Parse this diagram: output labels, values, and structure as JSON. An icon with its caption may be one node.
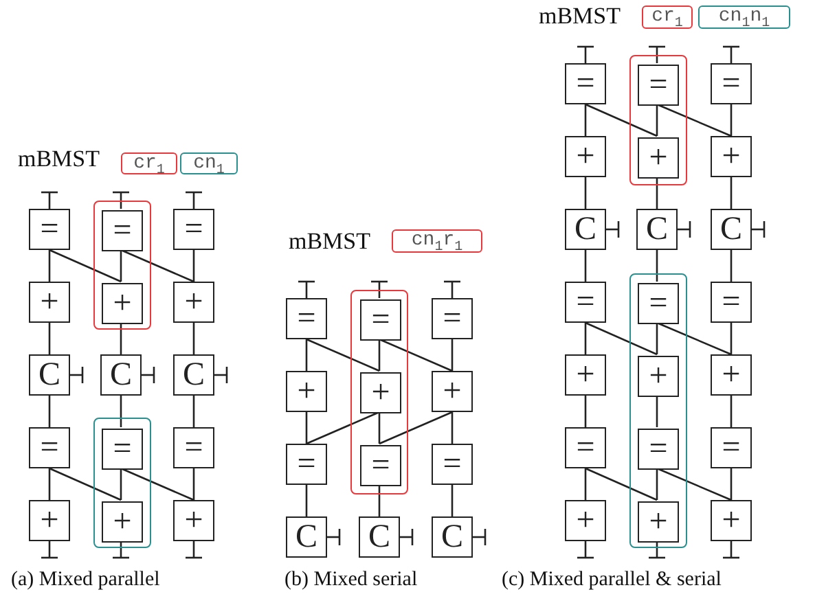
{
  "diagram": {
    "nodes": [
      {
        "text": [
          "cr$_{1}$"
        ]
      },
      {
        "text": [
          "cn$_{1}$"
        ]
      },
      {
        "text": [],
        "shape": "box"
      },
      {
        "text": [],
        "shape": "box"
      },
      {
        "text": [
          "="
        ]
      },
      {
        "text": [
          "="
        ],
        "in": 2
      },
      {
        "text": [
          "="
        ]
      },
      {
        "text": [
          "+"
        ]
      },
      {
        "text": [
          "+"
        ],
        "in": 2
      },
      {
        "text": [
          "+"
        ]
      },
      {
        "text": [
          "C"
        ]
      },
      {
        "text": [
          "C"
        ]
      },
      {
        "text": [
          "C"
        ]
      },
      {
        "text": [
          "="
        ]
      },
      {
        "text": [
          "="
        ],
        "in": 3
      },
      {
        "text": [
          "="
        ]
      },
      {
        "text": [
          "+"
        ]
      },
      {
        "text": [
          "+"
        ],
        "in": 3
      },
      {
        "text": [
          "+"
        ]
      },
      {
        "text": [
          "cn$_{1}$r$_{1}$"
        ]
      },
      {
        "text": [],
        "shape": "box"
      },
      {
        "text": [
          "="
        ]
      },
      {
        "text": [
          "="
        ],
        "in": 20
      },
      {
        "text": [
          "="
        ]
      },
      {
        "text": [
          "+"
        ]
      },
      {
        "text": [
          "+"
        ],
        "in": 20
      },
      {
        "text": [
          "+"
        ]
      },
      {
        "text": [
          "="
        ]
      },
      {
        "text": [
          "="
        ],
        "in": 20
      },
      {
        "text": [
          "="
        ]
      },
      {
        "text": [
          "C"
        ]
      },
      {
        "text": [
          "C"
        ]
      },
      {
        "text": [
          "C"
        ]
      },
      {
        "text": [
          "cr$_{1}$"
        ]
      },
      {
        "text": [
          "cn$_{1}$n$_{1}$"
        ]
      },
      {
        "text": [],
        "shape": "box"
      },
      {
        "text": [],
        "shape": "box"
      },
      {
        "text": [
          "="
        ]
      },
      {
        "text": [
          "="
        ],
        "in": 35
      },
      {
        "text": [
          "="
        ]
      },
      {
        "text": [
          "+"
        ]
      },
      {
        "text": [
          "+"
        ],
        "in": 35
      },
      {
        "text": [
          "+"
        ]
      },
      {
        "text": [
          "C"
        ]
      },
      {
        "text": [
          "C"
        ]
      },
      {
        "text": [
          "C"
        ]
      },
      {
        "text": [
          "="
        ]
      },
      {
        "text": [
          "="
        ],
        "in": 36
      },
      {
        "text": [
          "="
        ]
      },
      {
        "text": [
          "+"
        ]
      },
      {
        "text": [
          "+"
        ],
        "in": 36
      },
      {
        "text": [
          "+"
        ]
      },
      {
        "text": [
          "="
        ]
      },
      {
        "text": [
          "="
        ],
        "in": 36
      },
      {
        "text": [
          "="
        ]
      },
      {
        "text": [
          "+"
        ]
      },
      {
        "text": [
          "+"
        ],
        "in": 36
      },
      {
        "text": [
          "+"
        ]
      }
    ],
    "edges": [
      {
        "from": 4,
        "to": 7,
        "arrow": "none"
      },
      {
        "from": 7,
        "to": 10,
        "arrow": "none"
      },
      {
        "from": 10,
        "to": 13,
        "arrow": "none"
      },
      {
        "from": 13,
        "to": 16,
        "arrow": "none"
      },
      {
        "from": 5,
        "to": 8,
        "arrow": "none"
      },
      {
        "from": 8,
        "to": 11,
        "arrow": "none"
      },
      {
        "from": 11,
        "to": 14,
        "arrow": "none"
      },
      {
        "from": 14,
        "to": 17,
        "arrow": "none"
      },
      {
        "from": 6,
        "to": 9,
        "arrow": "none"
      },
      {
        "from": 9,
        "to": 12,
        "arrow": "none"
      },
      {
        "from": 12,
        "to": 15,
        "arrow": "none"
      },
      {
        "from": 15,
        "to": 18,
        "arrow": "none"
      },
      {
        "from": 4,
        "to": 8,
        "arrow": "none"
      },
      {
        "from": 5,
        "to": 9,
        "arrow": "none"
      },
      {
        "from": 13,
        "to": 17,
        "arrow": "none"
      },
      {
        "from": 14,
        "to": 18,
        "arrow": "none"
      },
      {
        "from": 4,
        "to": null,
        "arrow": "other"
      },
      {
        "from": 5,
        "to": null,
        "arrow": "other"
      },
      {
        "from": 6,
        "to": null,
        "arrow": "other"
      },
      {
        "from": 10,
        "to": null,
        "arrow": "other"
      },
      {
        "from": 11,
        "to": null,
        "arrow": "other"
      },
      {
        "from": 12,
        "to": null,
        "arrow": "other"
      },
      {
        "from": 16,
        "to": null,
        "arrow": "other"
      },
      {
        "from": 17,
        "to": null,
        "arrow": "other"
      },
      {
        "from": 18,
        "to": null,
        "arrow": "other"
      },
      {
        "from": 21,
        "to": 24,
        "arrow": "none"
      },
      {
        "from": 24,
        "to": 27,
        "arrow": "none"
      },
      {
        "from": 27,
        "to": 30,
        "arrow": "none"
      },
      {
        "from": 22,
        "to": 25,
        "arrow": "none"
      },
      {
        "from": 25,
        "to": 28,
        "arrow": "none"
      },
      {
        "from": 28,
        "to": 31,
        "arrow": "none"
      },
      {
        "from": 23,
        "to": 26,
        "arrow": "none"
      },
      {
        "from": 26,
        "to": 29,
        "arrow": "none"
      },
      {
        "from": 29,
        "to": 32,
        "arrow": "none"
      },
      {
        "from": 21,
        "to": 25,
        "arrow": "none"
      },
      {
        "from": 22,
        "to": 26,
        "arrow": "none"
      },
      {
        "from": 27,
        "to": 25,
        "arrow": "none"
      },
      {
        "from": 28,
        "to": 26,
        "arrow": "none"
      },
      {
        "from": 21,
        "to": null,
        "arrow": "other"
      },
      {
        "from": 22,
        "to": null,
        "arrow": "other"
      },
      {
        "from": 23,
        "to": null,
        "arrow": "other"
      },
      {
        "from": 30,
        "to": null,
        "arrow": "other"
      },
      {
        "from": 31,
        "to": null,
        "arrow": "other"
      },
      {
        "from": 32,
        "to": null,
        "arrow": "other"
      },
      {
        "from": 37,
        "to": 40,
        "arrow": "none"
      },
      {
        "from": 40,
        "to": 43,
        "arrow": "none"
      },
      {
        "from": 43,
        "to": 46,
        "arrow": "none"
      },
      {
        "from": 46,
        "to": 49,
        "arrow": "none"
      },
      {
        "from": 49,
        "to": 52,
        "arrow": "none"
      },
      {
        "from": 52,
        "to": 55,
        "arrow": "none"
      },
      {
        "from": 38,
        "to": 41,
        "arrow": "none"
      },
      {
        "from": 41,
        "to": 44,
        "arrow": "none"
      },
      {
        "from": 44,
        "to": 47,
        "arrow": "none"
      },
      {
        "from": 47,
        "to": 50,
        "arrow": "none"
      },
      {
        "from": 50,
        "to": 53,
        "arrow": "none"
      },
      {
        "from": 53,
        "to": 56,
        "arrow": "none"
      },
      {
        "from": 39,
        "to": 42,
        "arrow": "none"
      },
      {
        "from": 42,
        "to": 45,
        "arrow": "none"
      },
      {
        "from": 45,
        "to": 48,
        "arrow": "none"
      },
      {
        "from": 48,
        "to": 51,
        "arrow": "none"
      },
      {
        "from": 51,
        "to": 54,
        "arrow": "none"
      },
      {
        "from": 54,
        "to": 57,
        "arrow": "none"
      },
      {
        "from": 37,
        "to": 41,
        "arrow": "none"
      },
      {
        "from": 38,
        "to": 42,
        "arrow": "none"
      },
      {
        "from": 46,
        "to": 50,
        "arrow": "none"
      },
      {
        "from": 47,
        "to": 51,
        "arrow": "none"
      },
      {
        "from": 52,
        "to": 56,
        "arrow": "none"
      },
      {
        "from": 53,
        "to": 57,
        "arrow": "none"
      },
      {
        "from": 37,
        "to": null,
        "arrow": "other"
      },
      {
        "from": 38,
        "to": null,
        "arrow": "other"
      },
      {
        "from": 39,
        "to": null,
        "arrow": "other"
      },
      {
        "from": 43,
        "to": null,
        "arrow": "other"
      },
      {
        "from": 44,
        "to": null,
        "arrow": "other"
      },
      {
        "from": 45,
        "to": null,
        "arrow": "other"
      },
      {
        "from": 55,
        "to": null,
        "arrow": "other"
      },
      {
        "from": 56,
        "to": null,
        "arrow": "other"
      },
      {
        "from": 57,
        "to": null,
        "arrow": "other"
      }
    ],
    "labels": [
      "mBMST",
      "mBMST",
      "mBMST",
      "(a) Mixed parallel",
      "(b) Mixed serial",
      "(c) Mixed parallel & serial"
    ]
  }
}
